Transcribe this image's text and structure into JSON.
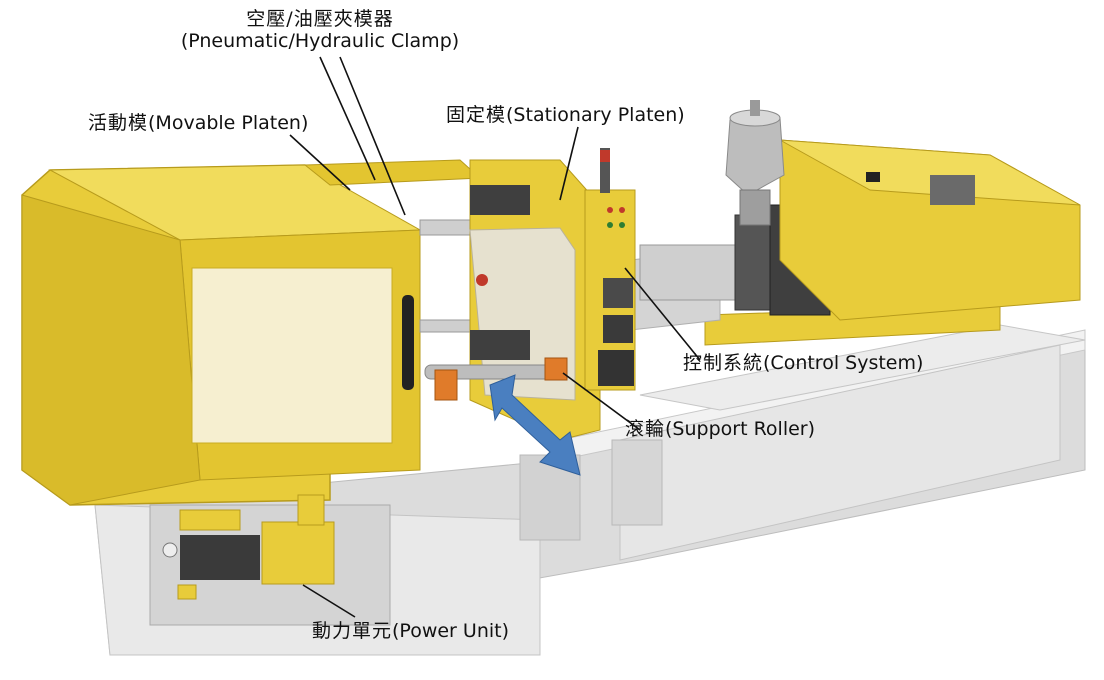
{
  "labels": {
    "clamp": {
      "zh": "空壓/油壓夾模器",
      "en": "(Pneumatic/Hydraulic Clamp)"
    },
    "movable_platen": {
      "zh": "活動模",
      "en": "(Movable Platen)"
    },
    "stationary_platen": {
      "zh": "固定模",
      "en": "(Stationary Platen)"
    },
    "control_system": {
      "zh": "控制系統",
      "en": "(Control System)"
    },
    "support_roller": {
      "zh": "滾輪",
      "en": "(Support Roller)"
    },
    "power_unit": {
      "zh": "動力單元",
      "en": "(Power Unit)"
    }
  },
  "colors": {
    "machine_yellow": "#e8cc3a",
    "machine_yellow_dark": "#c9ac22",
    "base_gray": "#e4e4e4",
    "base_gray_dark": "#c8c8c8",
    "arrow_blue": "#4a7fc0",
    "accent_red": "#c0392b",
    "accent_orange": "#e07b2a",
    "leader_line": "#111111"
  }
}
